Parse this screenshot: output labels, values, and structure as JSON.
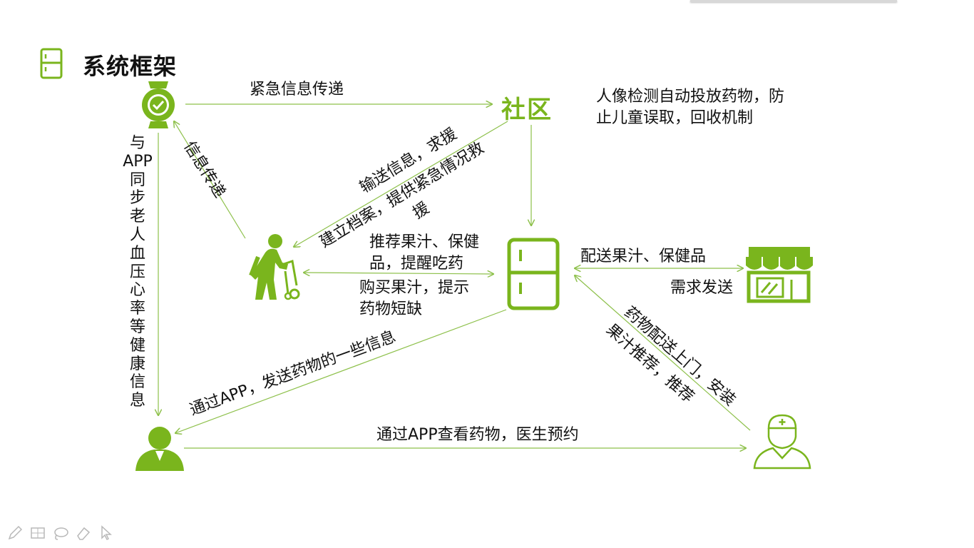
{
  "title": "系统框架",
  "nodes": {
    "community": "社区"
  },
  "labels": {
    "emergency_transfer": "紧急信息传递",
    "info_transfer": "信息传递",
    "send_help_l1": "输送信息，求援",
    "send_help_l2": "建立档案，提供紧急情况救",
    "send_help_l3": "援",
    "community_note_l1": "人像检测自动投放药物，防",
    "community_note_l2": "止儿童误取，回收机制",
    "recommend_l1": "推荐果汁、保健",
    "recommend_l2": "品，提醒吃药",
    "buy_l1": "购买果汁，提示",
    "buy_l2": "药物短缺",
    "deliver_juice": "配送果汁、保健品",
    "demand_send": "需求发送",
    "app_sync_l1": "与",
    "app_sync_l2": "APP",
    "app_sync_l3": "同步老人血压心率等健康信息",
    "app_send_info": "通过APP，发送药物的一些信息",
    "app_view_doctor": "通过APP查看药物，医生预约",
    "drug_delivery_l1": "药物配送上门，安装",
    "drug_delivery_l2": "果汁推荐，推荐"
  },
  "icons": {
    "header": "fridge-icon",
    "watch": "smartwatch-icon",
    "elderly": "elderly-walker-icon",
    "fridge": "fridge-icon",
    "store": "store-icon",
    "user": "user-icon",
    "doctor": "doctor-icon"
  },
  "colors": {
    "accent": "#7ab51d",
    "line": "#8dc04a",
    "text": "#111111"
  }
}
